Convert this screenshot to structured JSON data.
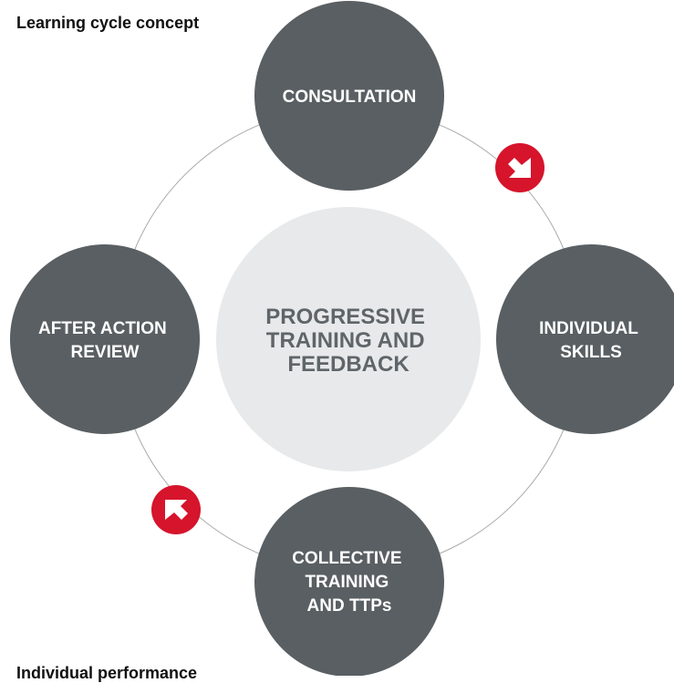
{
  "title": "Learning cycle concept",
  "footer_title": "Individual performance",
  "colors": {
    "node_fill": "#595f62",
    "center_fill": "#e8e9ea",
    "center_text": "#5f6568",
    "ring_stroke": "#a9a9a9",
    "arrow_badge": "#d6142b"
  },
  "center": {
    "lines": [
      "PROGRESSIVE",
      "TRAINING AND",
      "FEEDBACK"
    ]
  },
  "nodes": [
    {
      "id": "consultation",
      "lines": [
        "CONSULTATION"
      ]
    },
    {
      "id": "individual-skills",
      "lines": [
        "INDIVIDUAL",
        "SKILLS"
      ]
    },
    {
      "id": "collective-training",
      "lines": [
        "COLLECTIVE",
        "TRAINING",
        "AND TTPs"
      ]
    },
    {
      "id": "after-action-review",
      "lines": [
        "AFTER ACTION",
        "REVIEW"
      ]
    }
  ],
  "arrows": [
    {
      "icon": "arrow-badge-icon",
      "position": "between consultation and individual skills"
    },
    {
      "icon": "arrow-badge-icon",
      "position": "between after action review and collective training"
    }
  ]
}
